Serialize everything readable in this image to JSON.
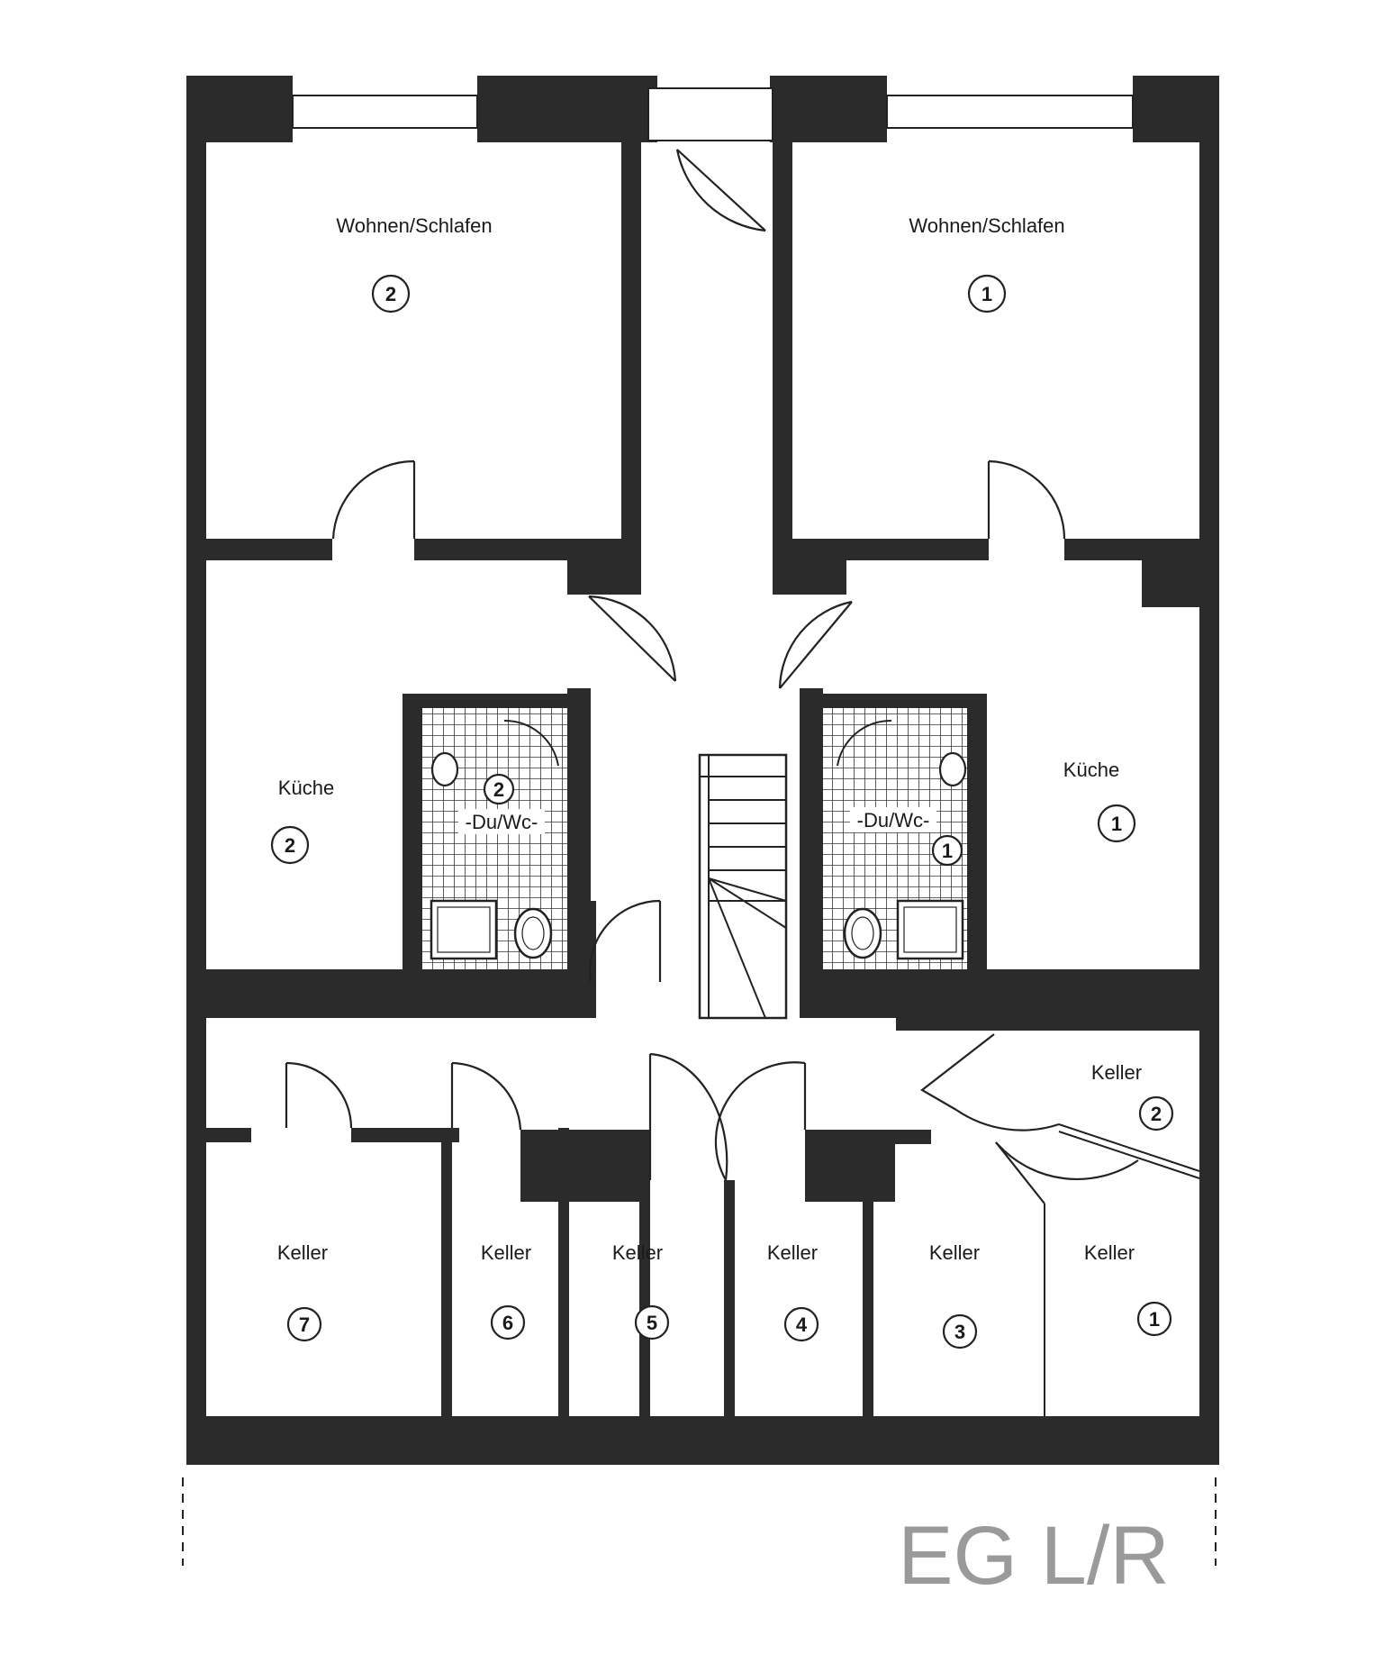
{
  "plan": {
    "floor_label": "EG L/R",
    "rooms": {
      "wohnen_left": {
        "label": "Wohnen/Schlafen",
        "unit": "2"
      },
      "wohnen_right": {
        "label": "Wohnen/Schlafen",
        "unit": "1"
      },
      "kueche_left": {
        "label": "Küche",
        "unit": "2"
      },
      "kueche_right": {
        "label": "Küche",
        "unit": "1"
      },
      "bath_left": {
        "label": "-Du/Wc-",
        "unit": "2"
      },
      "bath_right": {
        "label": "-Du/Wc-",
        "unit": "1"
      },
      "keller_2": {
        "label": "Keller",
        "unit": "2"
      },
      "keller_7": {
        "label": "Keller",
        "unit": "7"
      },
      "keller_6": {
        "label": "Keller",
        "unit": "6"
      },
      "keller_5": {
        "label": "Keller",
        "unit": "5"
      },
      "keller_4": {
        "label": "Keller",
        "unit": "4"
      },
      "keller_3": {
        "label": "Keller",
        "unit": "3"
      },
      "keller_1": {
        "label": "Keller",
        "unit": "1"
      }
    }
  }
}
